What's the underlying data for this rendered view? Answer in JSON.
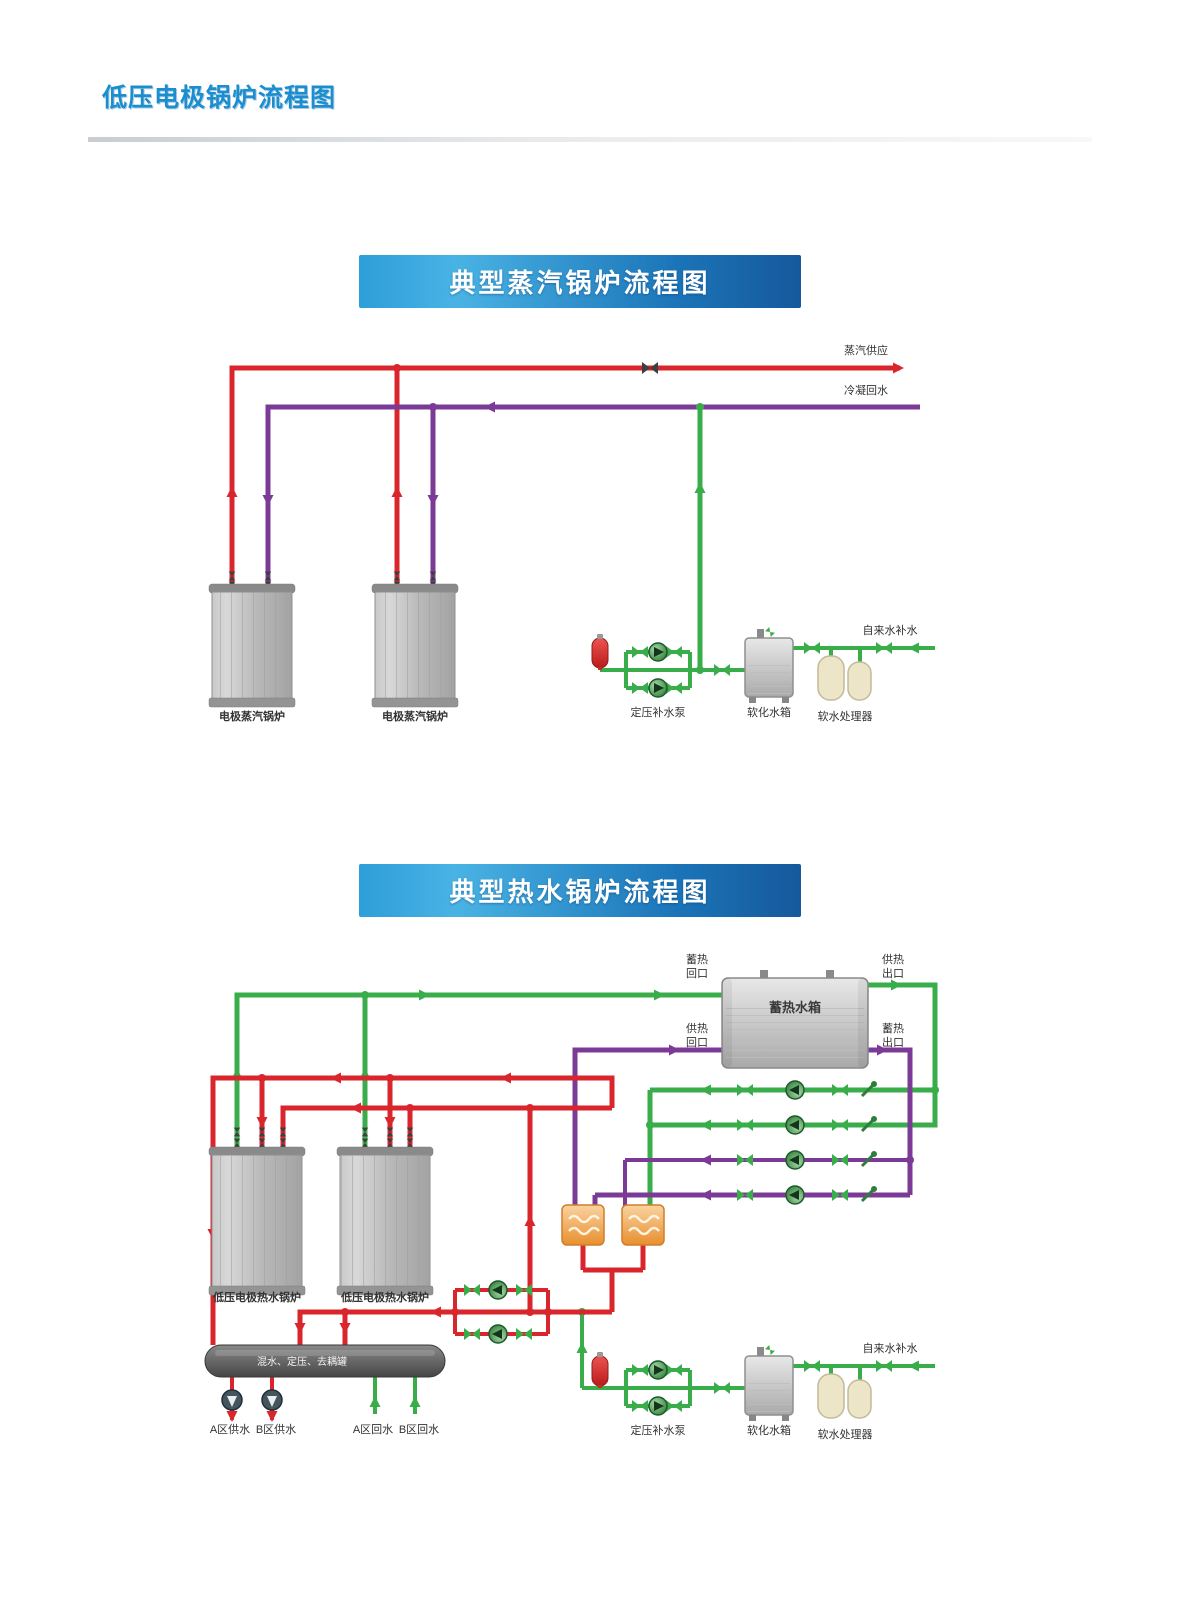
{
  "page": {
    "title": "低压电极锅炉流程图"
  },
  "steam_diagram": {
    "banner": "典型蒸汽锅炉流程图",
    "labels": {
      "steam_supply": "蒸汽供应",
      "condensate_return": "冷凝回水",
      "boiler_left": "电极蒸汽锅炉",
      "boiler_right": "电极蒸汽锅炉",
      "makeup_pump": "定压补水泵",
      "softened_tank": "软化水箱",
      "water_softener": "软水处理器",
      "tap_water": "自来水补水"
    }
  },
  "hotwater_diagram": {
    "banner": "典型热水锅炉流程图",
    "labels": {
      "storage_tank": "蓄热水箱",
      "boiler_left": "低压电极热水锅炉",
      "boiler_right": "低压电极热水锅炉",
      "decoupling_tank": "混水、定压、去耦罐",
      "zone_a_supply": "A区供水",
      "zone_b_supply": "B区供水",
      "zone_a_return": "A区回水",
      "zone_b_return": "B区回水",
      "makeup_pump": "定压补水泵",
      "softened_tank": "软化水箱",
      "water_softener": "软水处理器",
      "tap_water": "自来水补水"
    },
    "ports": {
      "storage_return": [
        "蓄热",
        "回口"
      ],
      "heating_outlet": [
        "供热",
        "出口"
      ],
      "heating_return": [
        "供热",
        "回口"
      ],
      "storage_outlet": [
        "蓄热",
        "出口"
      ]
    }
  },
  "colors": {
    "pipe_red": "#d9262c",
    "pipe_green": "#3aad4b",
    "pipe_purple": "#7c3a97",
    "banner_blue_start": "#2d9ed8",
    "banner_blue_end": "#15599b",
    "title_blue": "#1b8ed0",
    "heat_exchanger_orange": "#ee9a3f",
    "expansion_vessel_red": "#c62828"
  }
}
